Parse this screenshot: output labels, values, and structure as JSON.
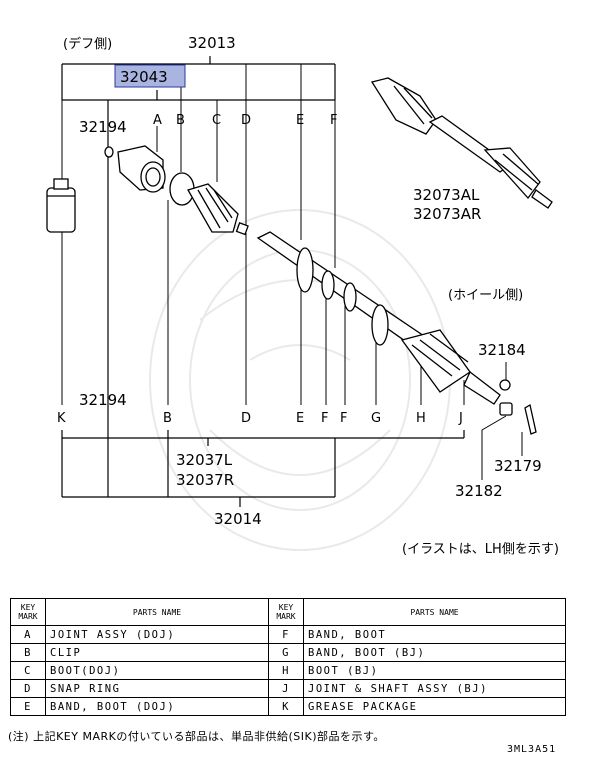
{
  "diagram": {
    "top_assembly_number": "32013",
    "diff_side_label": "(デフ側)",
    "highlighted_part_number": "32043",
    "upper_part_number": "32194",
    "lower_part_number": "32194",
    "shaft_numbers": [
      "32073AL",
      "32073AR"
    ],
    "wheel_side_label": "(ホイール側)",
    "right_part_numbers": [
      "32184",
      "32179",
      "32182"
    ],
    "bottom_numbers": [
      "32037L",
      "32037R"
    ],
    "bottom_assembly_number": "32014",
    "illustration_note": "(イラストは、LH側を示す)",
    "top_keys": [
      "A",
      "B",
      "C",
      "D",
      "E",
      "F"
    ],
    "bottom_keys": [
      "K",
      "B",
      "D",
      "E",
      "F",
      "F",
      "G",
      "H",
      "J"
    ]
  },
  "table": {
    "header_key": [
      "KEY",
      "MARK"
    ],
    "header_name": "PARTS NAME",
    "left_rows": [
      {
        "key": "A",
        "name": "JOINT ASSY (DOJ)"
      },
      {
        "key": "B",
        "name": "CLIP"
      },
      {
        "key": "C",
        "name": "BOOT(DOJ)"
      },
      {
        "key": "D",
        "name": "SNAP RING"
      },
      {
        "key": "E",
        "name": "BAND, BOOT (DOJ)"
      }
    ],
    "right_rows": [
      {
        "key": "F",
        "name": "BAND, BOOT"
      },
      {
        "key": "G",
        "name": "BAND, BOOT (BJ)"
      },
      {
        "key": "H",
        "name": "BOOT (BJ)"
      },
      {
        "key": "J",
        "name": "JOINT & SHAFT ASSY (BJ)"
      },
      {
        "key": "K",
        "name": "GREASE PACKAGE"
      }
    ]
  },
  "footer": {
    "note": "(注) 上記KEY MARKの付いている部品は、単品非供給(SIK)部品を示す。",
    "diagram_code": "3ML3A51"
  },
  "colors": {
    "highlight": "#a9b4e0",
    "highlight_border": "#2b3a9c"
  }
}
